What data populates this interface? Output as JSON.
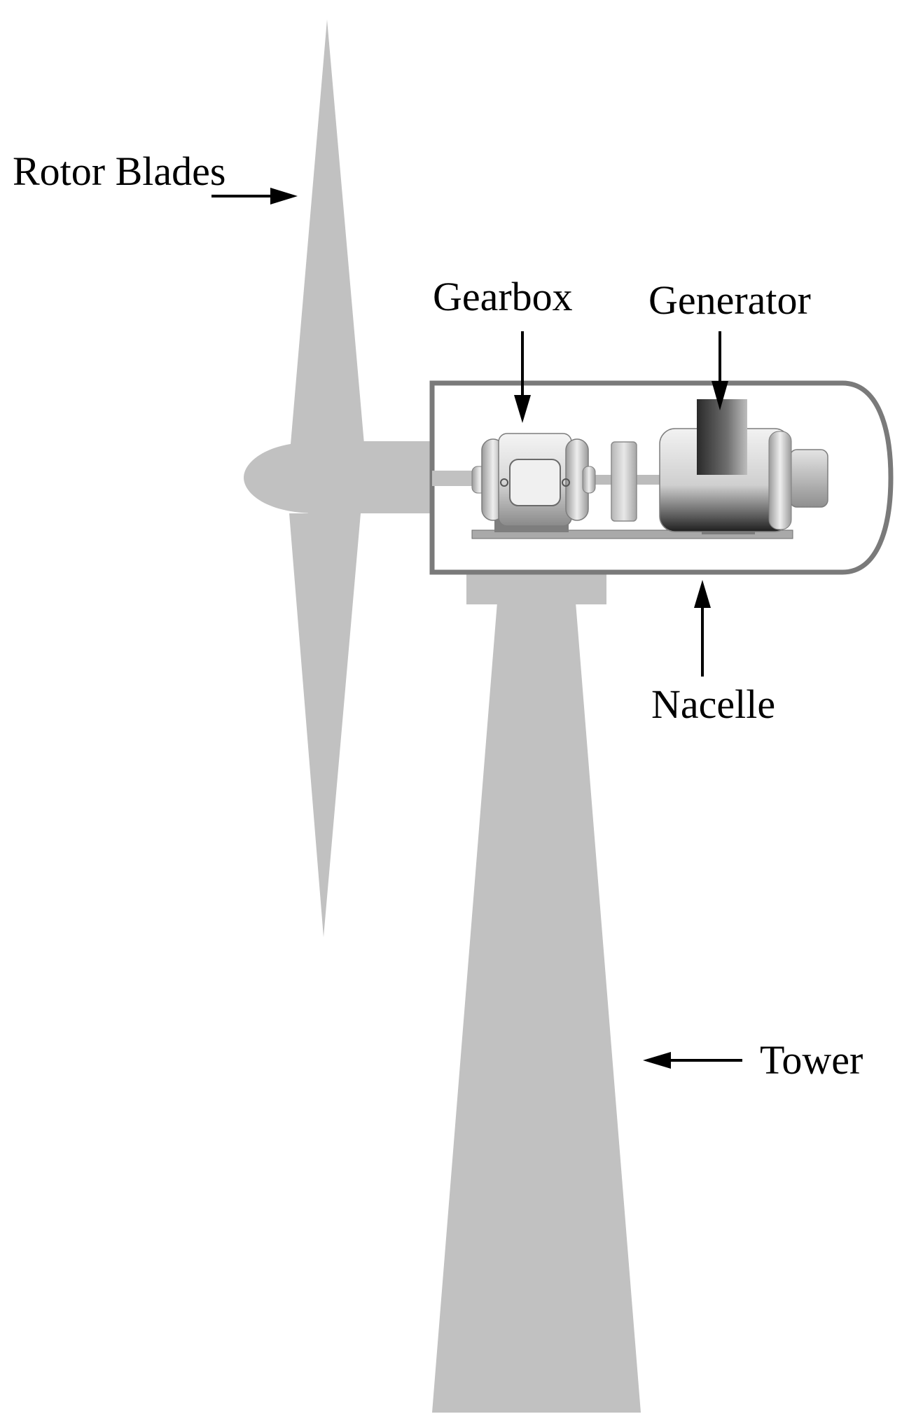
{
  "labels": {
    "rotor_blades": "Rotor Blades",
    "gearbox": "Gearbox",
    "generator": "Generator",
    "nacelle": "Nacelle",
    "tower": "Tower"
  },
  "colors": {
    "structure_gray": "#c1c1c1",
    "nacelle_outline": "#7a7a7a",
    "arrow": "#000000",
    "background": "#ffffff"
  }
}
